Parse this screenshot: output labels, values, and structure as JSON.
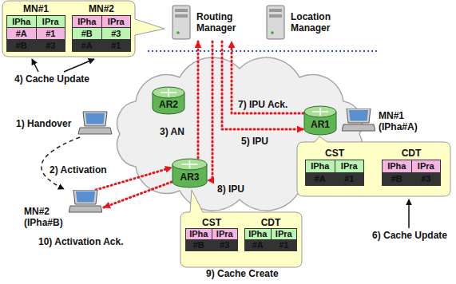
{
  "diagram": {
    "nodes": [
      {
        "text": [
          "MN#1",
          "IPha",
          "IPra",
          "#A",
          "#1",
          "#B",
          "#3"
        ]
      },
      {
        "text": [
          "MN#2",
          "IPha",
          "IPra",
          "#B",
          "#3",
          "#A",
          "#1"
        ]
      },
      {
        "text": [
          "Routing Manager"
        ]
      },
      {
        "text": [
          "Location Manager"
        ]
      },
      {
        "text": [
          "AR2"
        ]
      },
      {
        "text": [
          "AR1"
        ]
      },
      {
        "text": [
          "MN#1 (IPha#A)"
        ]
      },
      {
        "text": [
          "AR3"
        ]
      },
      {
        "text": [
          "MN#2 (IPha#B)"
        ]
      },
      {
        "text": [
          "CST",
          "IPha",
          "IPra",
          "#A",
          "#1"
        ]
      },
      {
        "text": [
          "CDT",
          "IPha",
          "IPra",
          "#B",
          "#3"
        ]
      },
      {
        "text": [
          "CST",
          "IPha",
          "IPra",
          "#B",
          "#3"
        ]
      },
      {
        "text": [
          "CDT",
          "IPha",
          "IPra",
          "#A",
          "#1"
        ]
      }
    ],
    "edges": [
      {
        "from": 8,
        "to": 7,
        "label": "2) Activation",
        "arrow": "to"
      },
      {
        "from": 7,
        "to": 2,
        "label": "3) AN",
        "arrow": "to"
      },
      {
        "from": 2,
        "to": 5,
        "label": "5) IPU",
        "arrow": "to"
      },
      {
        "from": 5,
        "to": 2,
        "label": "7) IPU Ack.",
        "arrow": "to"
      },
      {
        "from": 2,
        "to": 7,
        "label": "8) IPU",
        "arrow": "to"
      },
      {
        "from": 7,
        "to": 8,
        "label": "10) Activation Ack.",
        "arrow": "to"
      }
    ],
    "labels": [
      "1) Handover",
      "4) Cache Update",
      "6) Cache Update",
      "9) Cache Create"
    ]
  }
}
